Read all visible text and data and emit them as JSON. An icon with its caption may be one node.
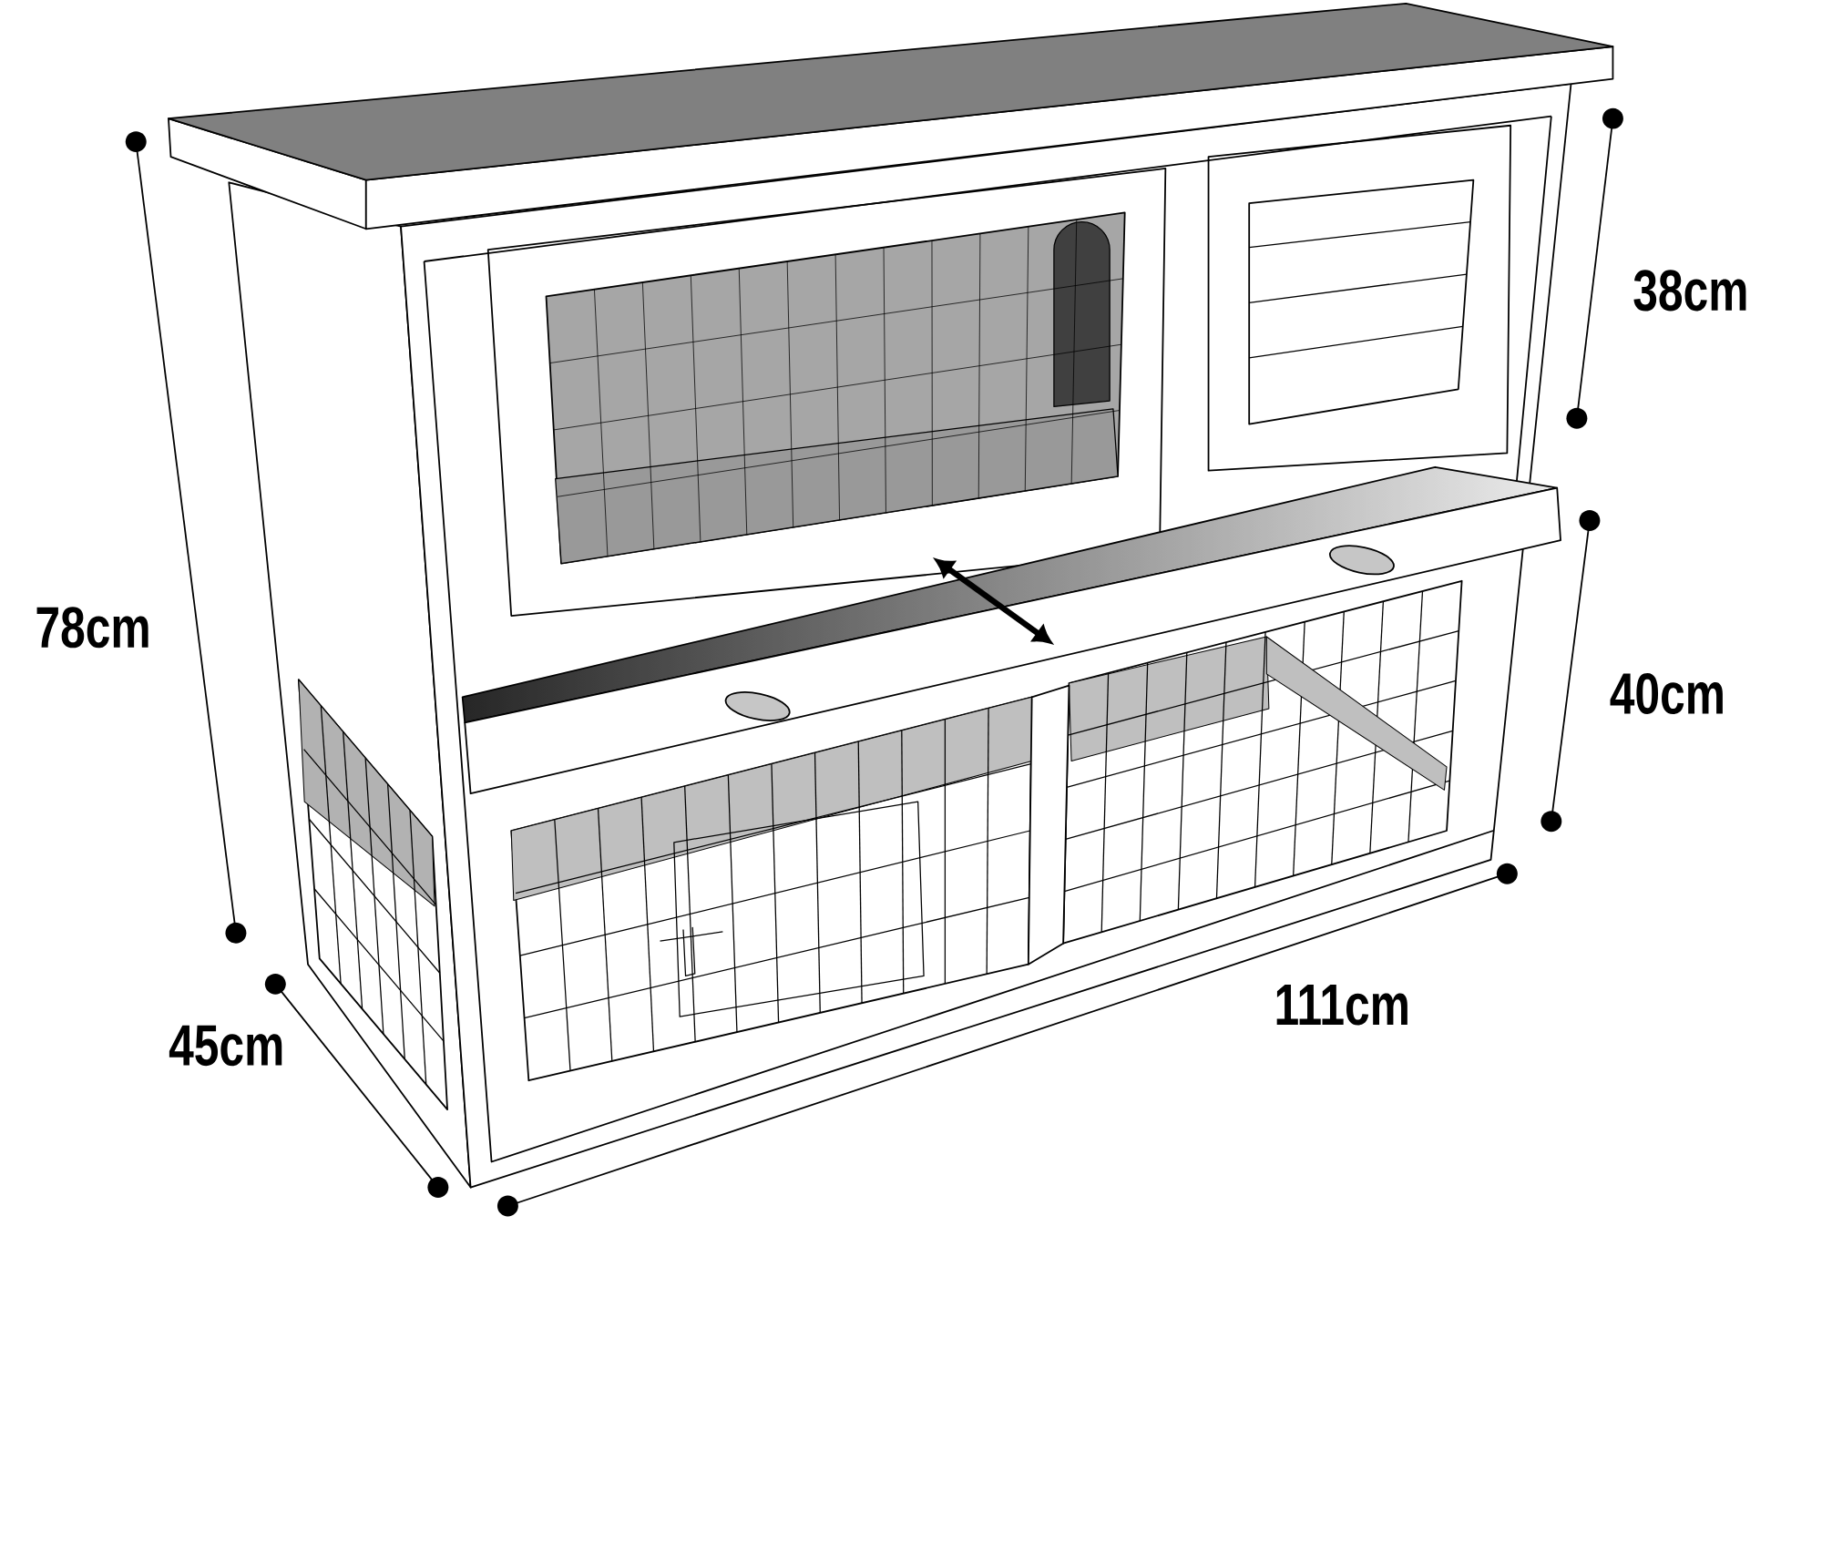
{
  "diagram": {
    "labels": [
      "38cm",
      "78cm",
      "40cm",
      "111cm",
      "45cm"
    ]
  }
}
